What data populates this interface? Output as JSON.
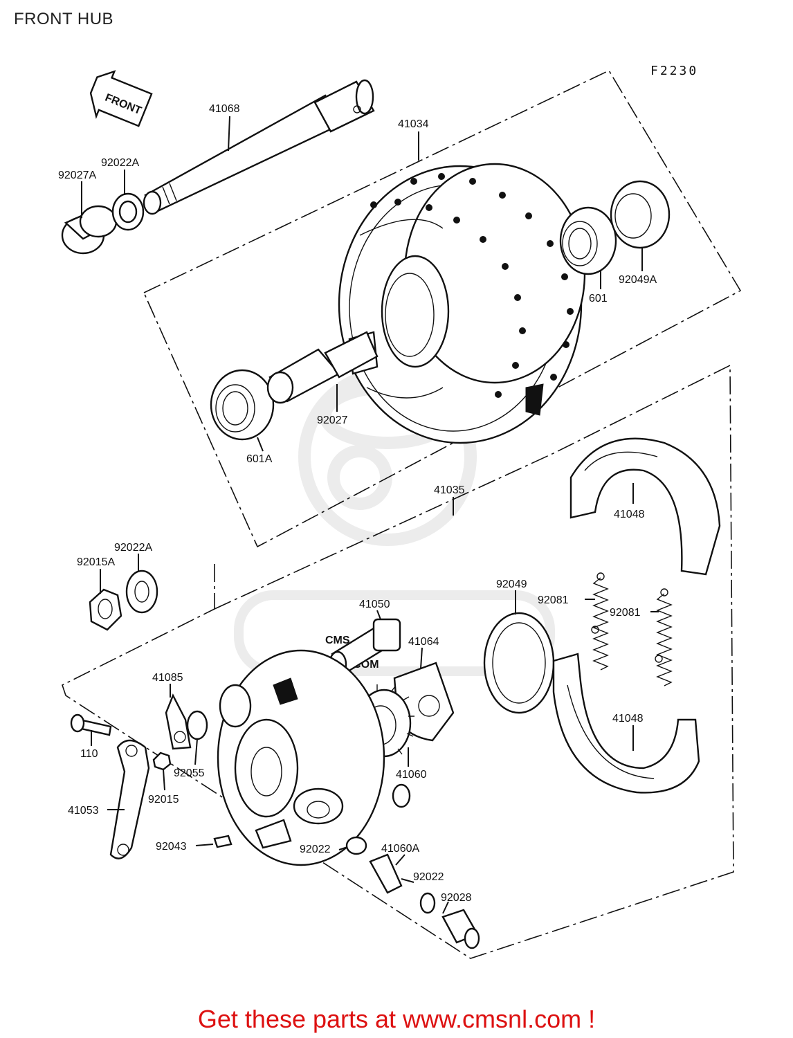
{
  "page": {
    "title": "FRONT HUB",
    "figure_code": "F2230"
  },
  "front_arrow": {
    "label": "FRONT"
  },
  "watermark": {
    "brand": "CMS",
    "url": "WWW.CMSNL.COM"
  },
  "parts": [
    {
      "id": "p41068",
      "label": "41068"
    },
    {
      "id": "p41034",
      "label": "41034"
    },
    {
      "id": "p92022A_top",
      "label": "92022A"
    },
    {
      "id": "p92027A",
      "label": "92027A"
    },
    {
      "id": "p601",
      "label": "601"
    },
    {
      "id": "p92049A",
      "label": "92049A"
    },
    {
      "id": "p92027",
      "label": "92027"
    },
    {
      "id": "p601A",
      "label": "601A"
    },
    {
      "id": "p41035",
      "label": "41035"
    },
    {
      "id": "p41048_top",
      "label": "41048"
    },
    {
      "id": "p92022A_mid",
      "label": "92022A"
    },
    {
      "id": "p92015A",
      "label": "92015A"
    },
    {
      "id": "p92049",
      "label": "92049"
    },
    {
      "id": "p92081_a",
      "label": "92081"
    },
    {
      "id": "p92081_b",
      "label": "92081"
    },
    {
      "id": "p41050",
      "label": "41050"
    },
    {
      "id": "p41064",
      "label": "41064"
    },
    {
      "id": "p41085",
      "label": "41085"
    },
    {
      "id": "p110",
      "label": "110"
    },
    {
      "id": "p41048_bottom",
      "label": "41048"
    },
    {
      "id": "p92055",
      "label": "92055"
    },
    {
      "id": "p41060",
      "label": "41060"
    },
    {
      "id": "p92015",
      "label": "92015"
    },
    {
      "id": "p41053",
      "label": "41053"
    },
    {
      "id": "p92043",
      "label": "92043"
    },
    {
      "id": "p92022_a",
      "label": "92022"
    },
    {
      "id": "p41060A",
      "label": "41060A"
    },
    {
      "id": "p92022_b",
      "label": "92022"
    },
    {
      "id": "p92028",
      "label": "92028"
    }
  ],
  "footer": {
    "text": "Get these parts at www.cmsnl.com !",
    "color": "#dd1111"
  }
}
